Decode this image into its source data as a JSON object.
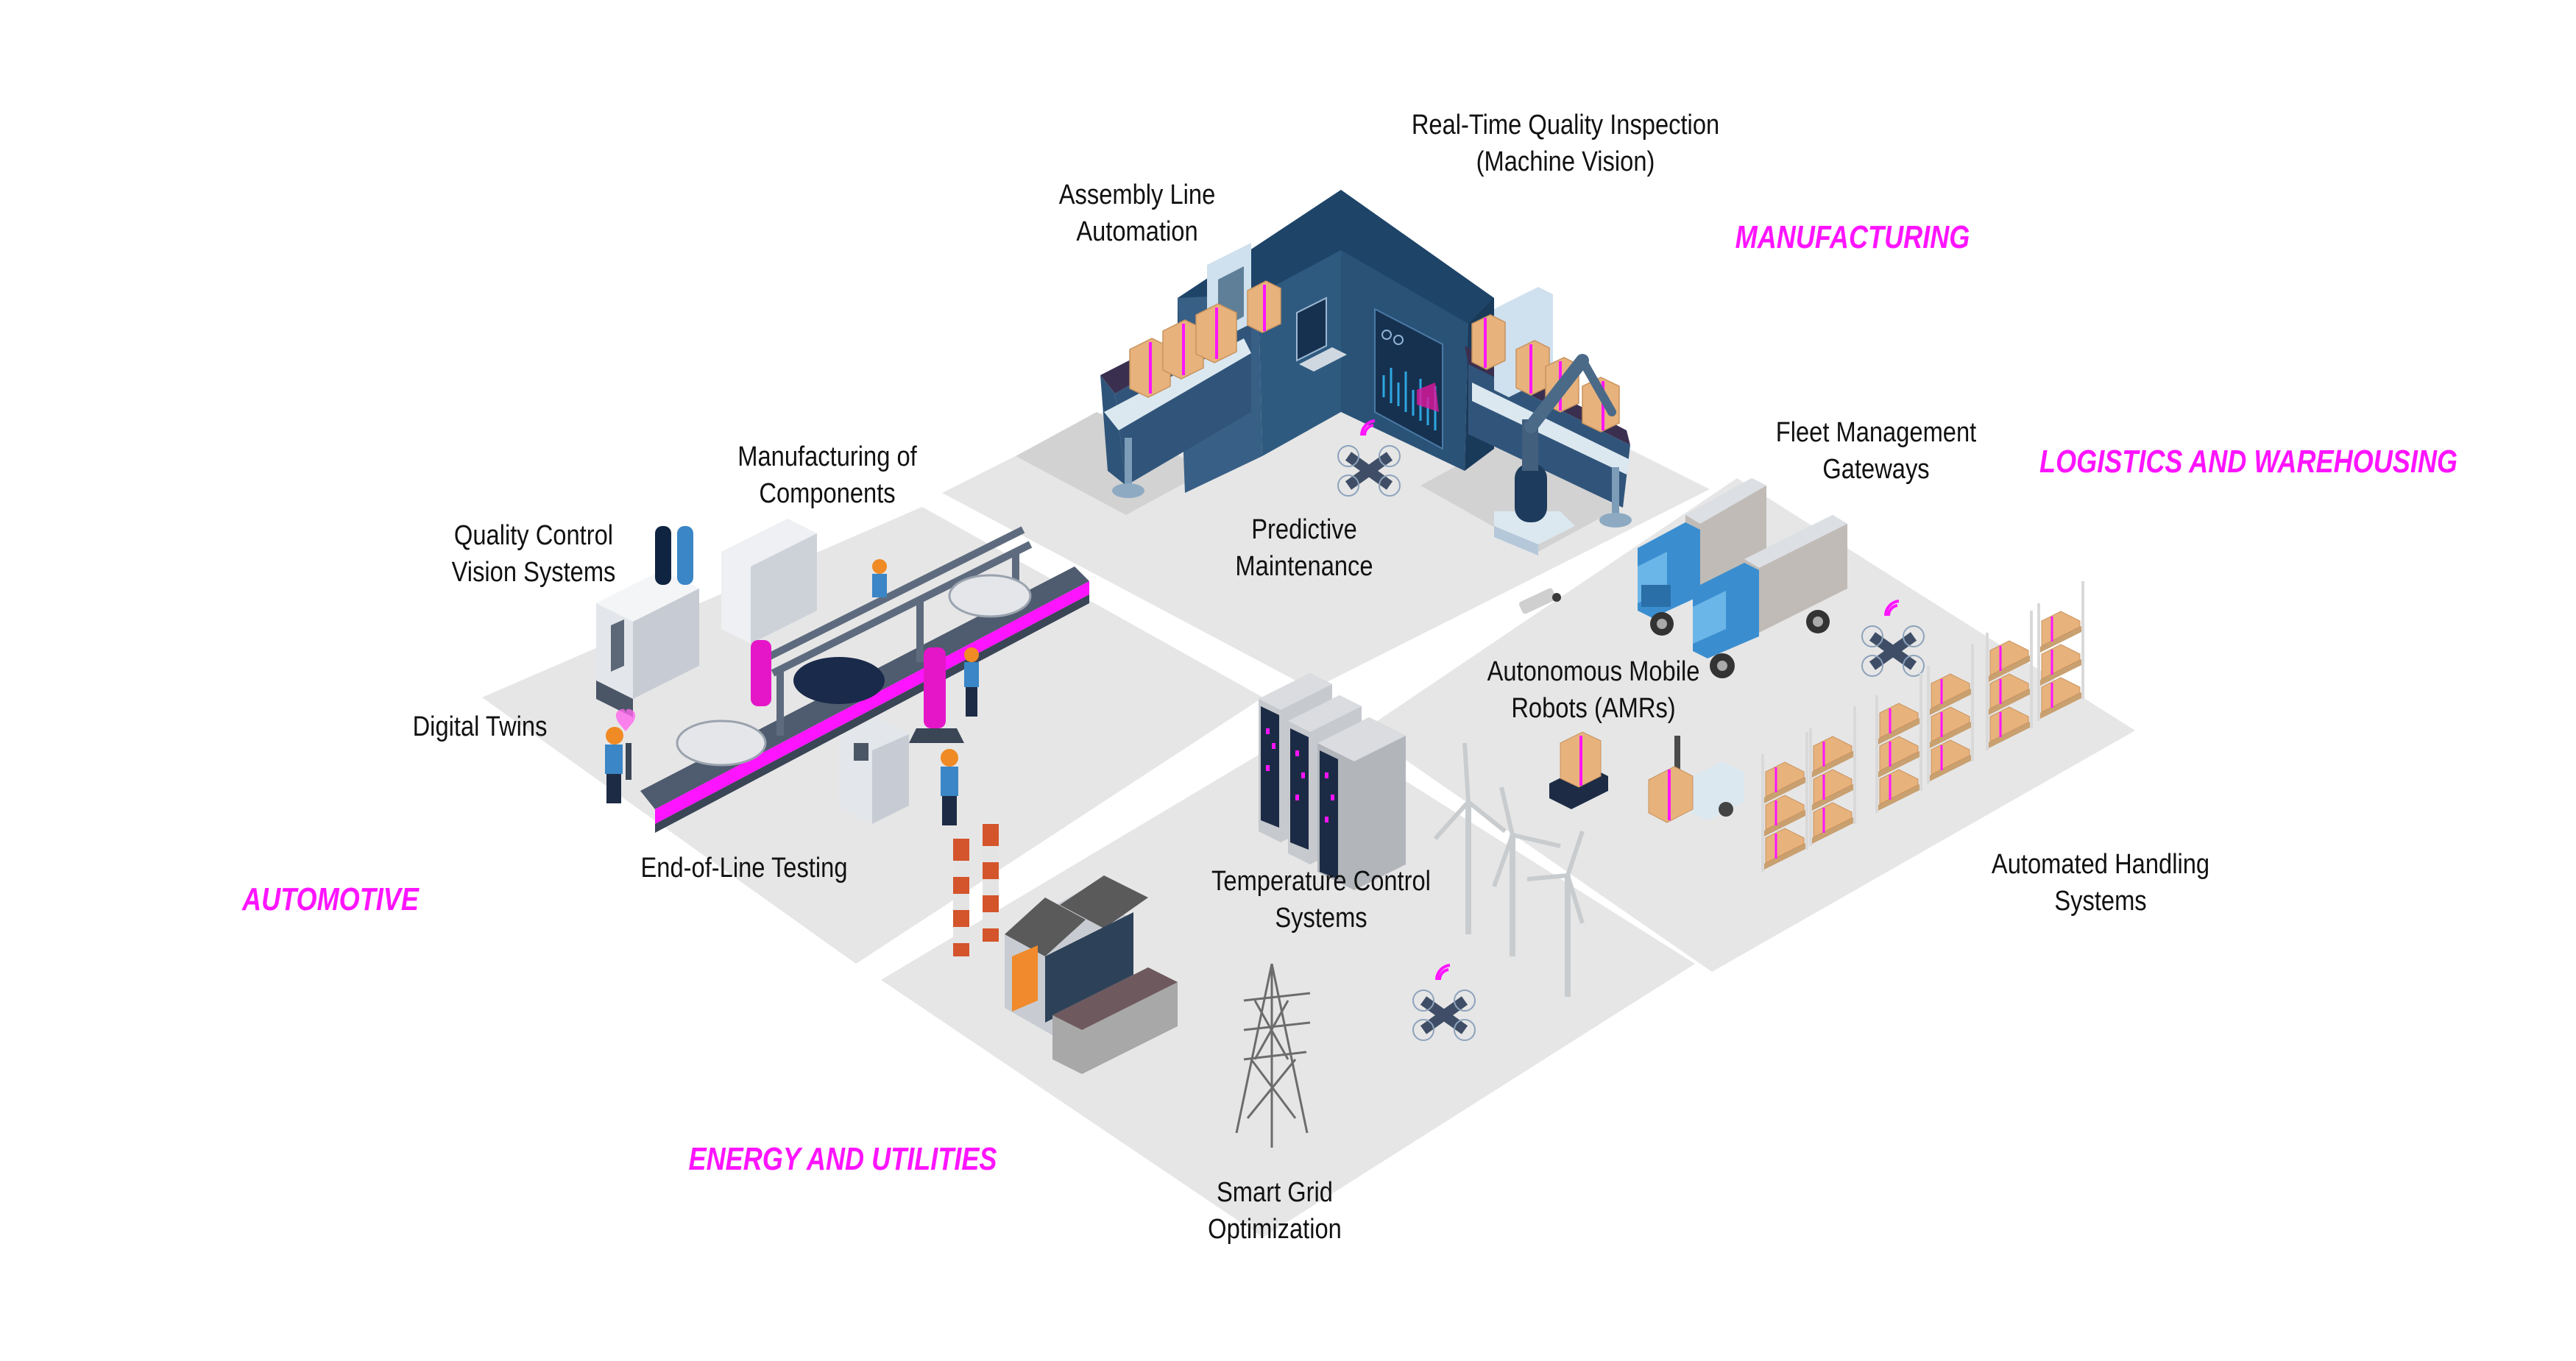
{
  "diagram": {
    "type": "isometric industry use-case map",
    "accent_color": "#ff14ff",
    "floor_color": "#e6e6e6",
    "text_color": "#111111"
  },
  "sectors": {
    "manufacturing": "MANUFACTURING",
    "logistics": "LOGISTICS AND WAREHOUSING",
    "automotive": "AUTOMOTIVE",
    "energy": "ENERGY AND UTILITIES"
  },
  "labels": {
    "quality_inspection": [
      "Real-Time Quality Inspection",
      "(Machine Vision)"
    ],
    "assembly_line": [
      "Assembly Line",
      "Automation"
    ],
    "predictive_maintenance": [
      "Predictive",
      "Maintenance"
    ],
    "fleet_management": [
      "Fleet Management",
      "Gateways"
    ],
    "amrs": [
      "Autonomous Mobile",
      "Robots (AMRs)"
    ],
    "automated_handling": [
      "Automated Handling",
      "Systems"
    ],
    "manufacturing_components": [
      "Manufacturing of",
      "Components"
    ],
    "quality_control_vision": [
      "Quality Control",
      "Vision Systems"
    ],
    "digital_twins": [
      "Digital Twins"
    ],
    "end_of_line_testing": [
      "End-of-Line Testing"
    ],
    "temperature_control": [
      "Temperature Control",
      "Systems"
    ],
    "smart_grid": [
      "Smart Grid",
      "Optimization"
    ]
  }
}
